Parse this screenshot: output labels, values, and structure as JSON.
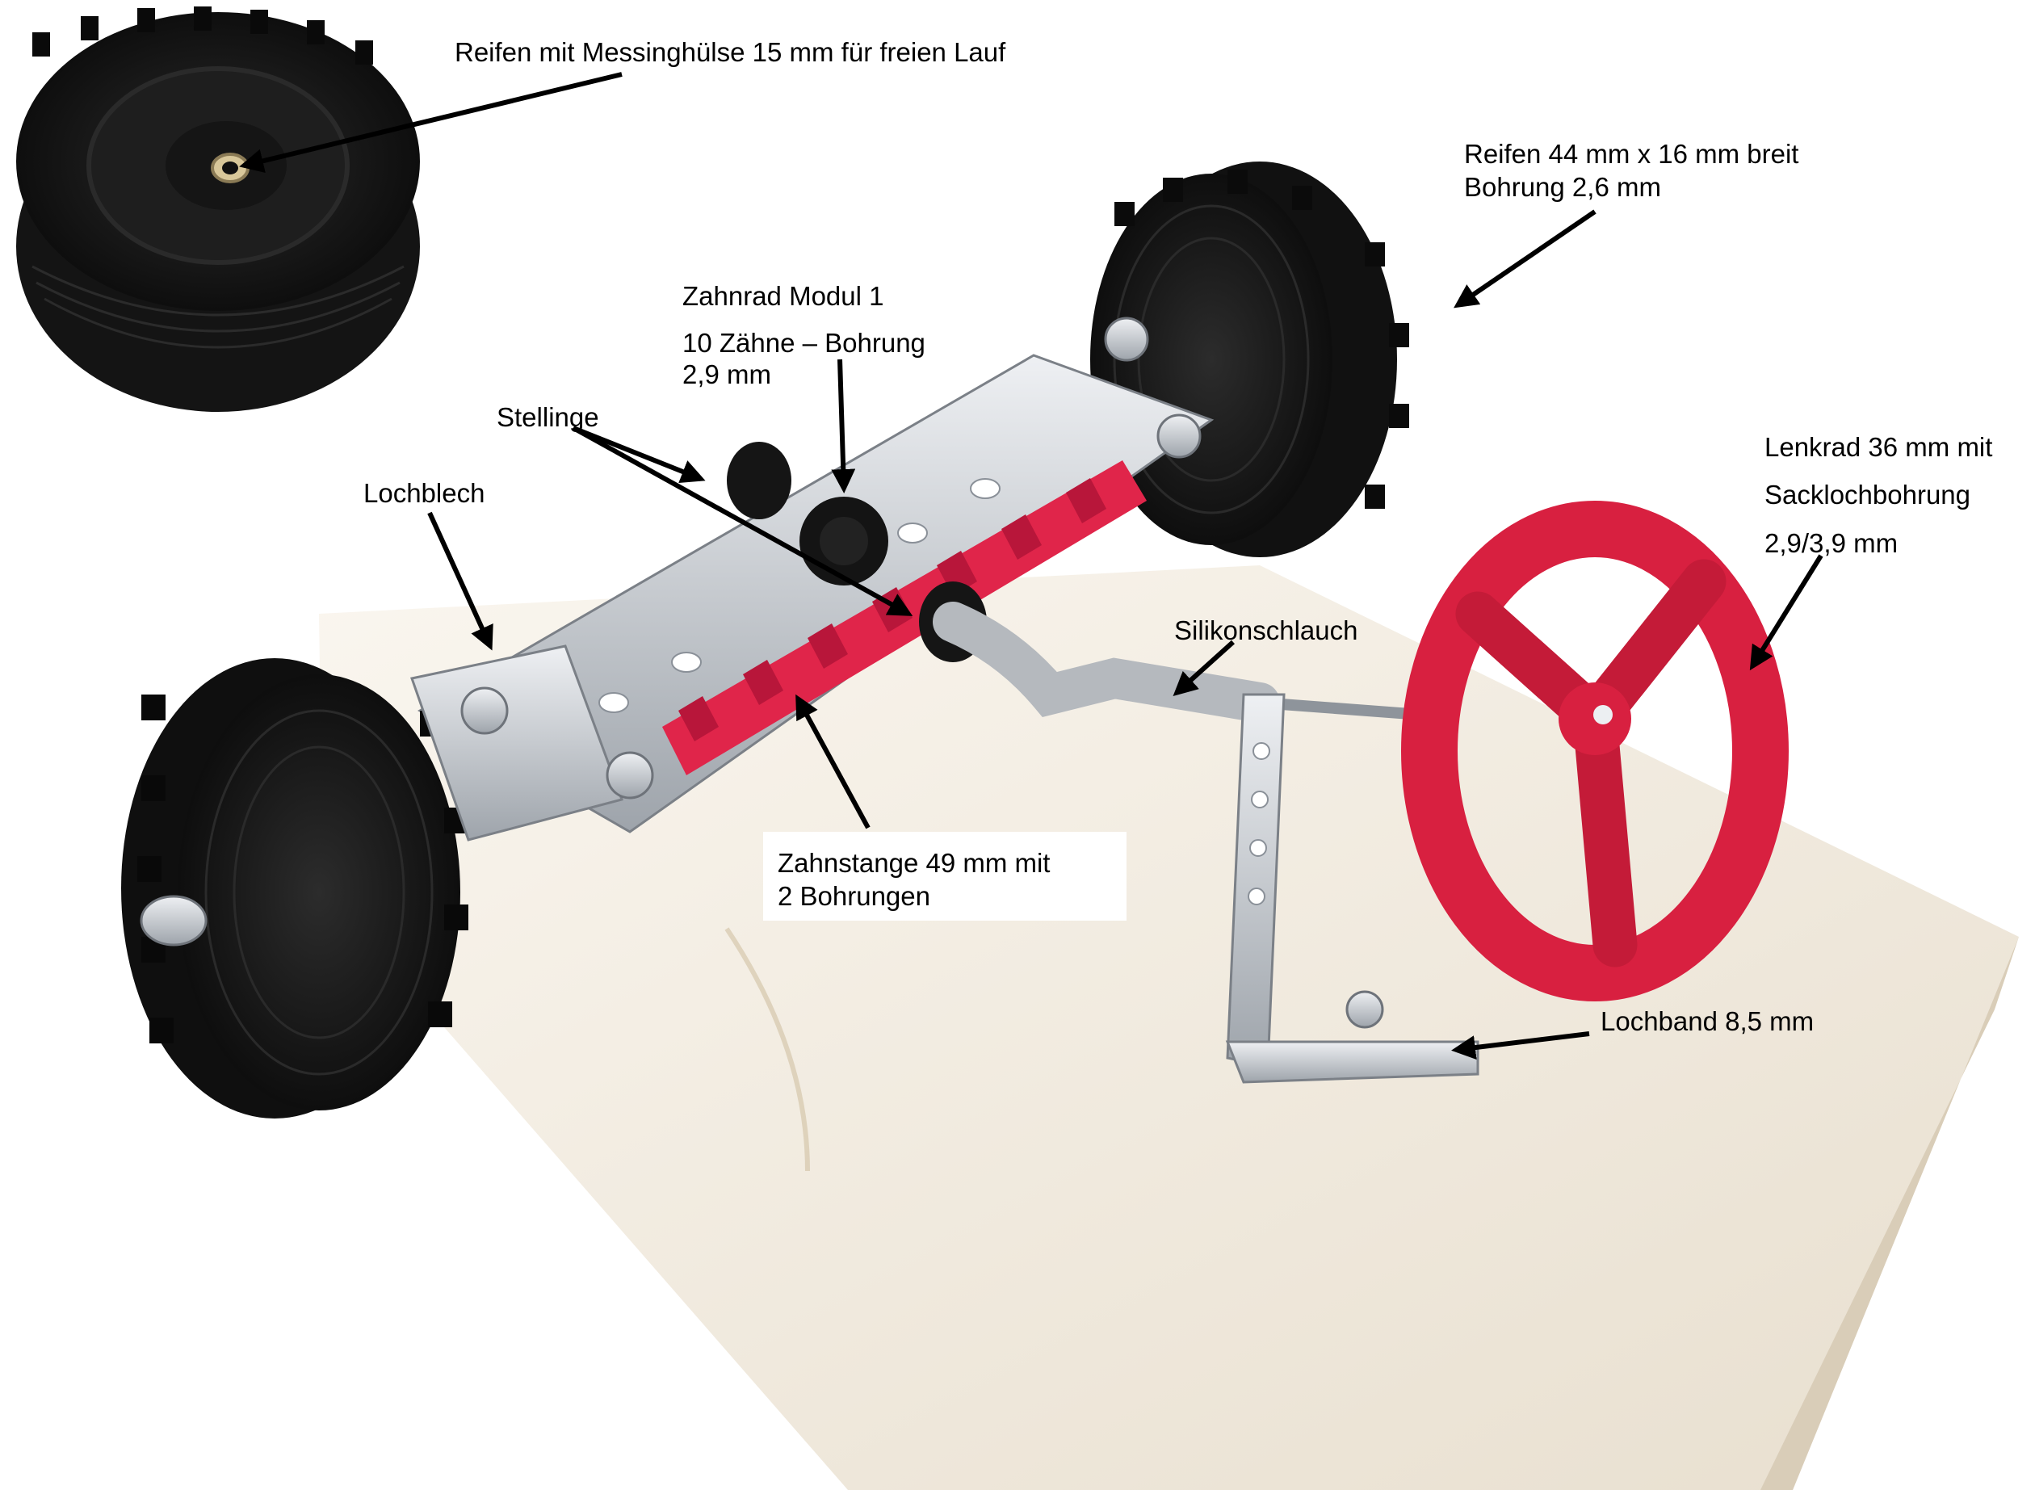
{
  "labels": {
    "inset_tire": "Reifen mit Messinghülse 15 mm für freien Lauf",
    "tire_size_1": "Reifen 44 mm x 16 mm breit",
    "tire_size_2": "Bohrung 2,6 mm",
    "gear_1": "Zahnrad Modul 1",
    "gear_2": "10 Zähne – Bohrung",
    "gear_3": "2,9 mm",
    "stellinge": "Stellinge",
    "lochblech": "Lochblech",
    "steering_wheel_1": "Lenkrad 36 mm mit",
    "steering_wheel_2": "Sacklochbohrung",
    "steering_wheel_3": "2,9/3,9 mm",
    "hose": "Silikonschlauch",
    "rack_1": "Zahnstange 49 mm mit",
    "rack_2": "2 Bohrungen",
    "lochband": "Lochband 8,5 mm"
  },
  "colors": {
    "rubber": "#1b1b1b",
    "rack_red": "#e0254a",
    "steering_red": "#d82040",
    "metal": "#c9cdd2",
    "wood": "#f4efe6",
    "arrow": "#000000"
  }
}
